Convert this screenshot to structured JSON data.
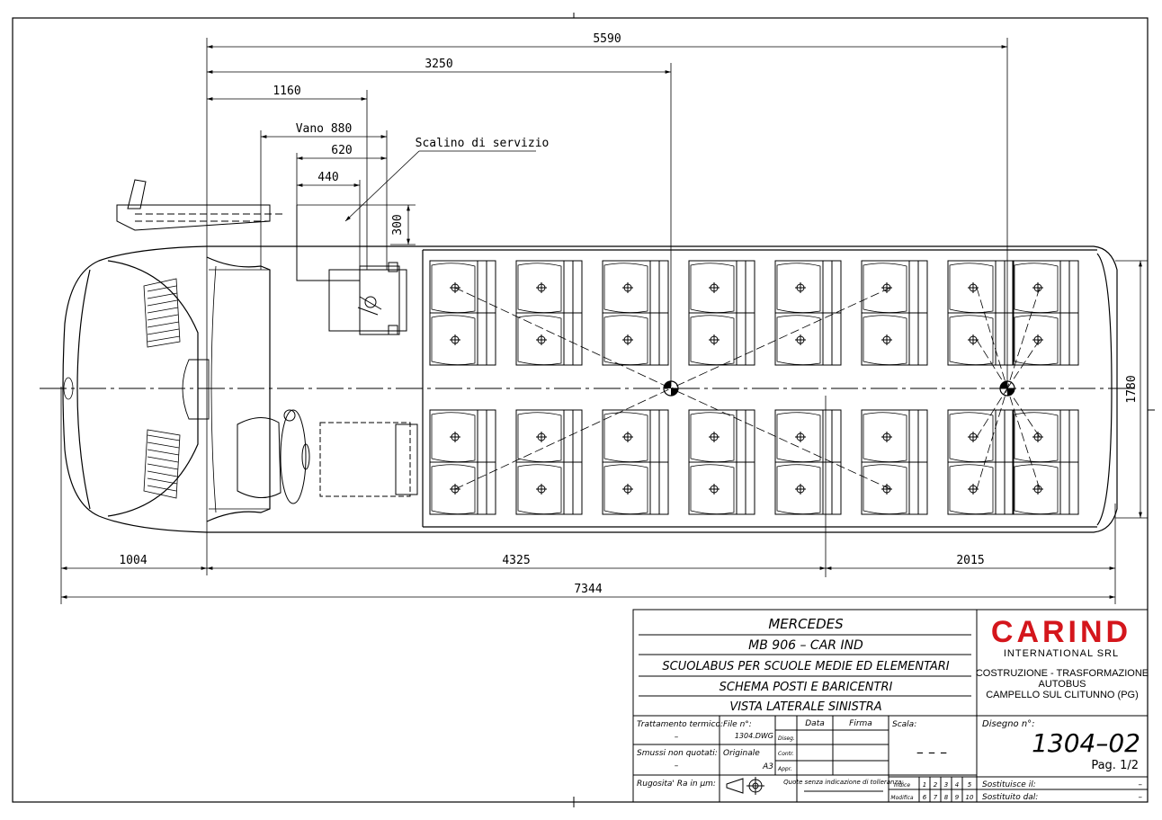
{
  "dimensions": {
    "d5590": "5590",
    "d3250": "3250",
    "d1160": "1160",
    "vano": "Vano 880",
    "d620": "620",
    "d440": "440",
    "d300": "300",
    "scalino": "Scalino di servizio",
    "d1780": "1780",
    "d1004": "1004",
    "d4325": "4325",
    "d2015": "2015",
    "d7344": "7344"
  },
  "title_block": {
    "line1": "MERCEDES",
    "line2": "MB 906 – CAR IND",
    "line3": "SCUOLABUS PER SCUOLE MEDIE ED ELEMENTARI",
    "line4": "SCHEMA POSTI E BARICENTRI",
    "line5": "VISTA LATERALE SINISTRA",
    "trattamento_label": "Trattamento termico:",
    "trattamento_value": "–",
    "smussi_label": "Smussi non quotati:",
    "smussi_value": "–",
    "rugosita_label": "Rugosita' Ra in µm:",
    "file_label": "File n°:",
    "file_value": "1304.DWG",
    "originale_label": "Originale",
    "originale_value": "A3",
    "data_label": "Data",
    "firma_label": "Firma",
    "diseg": "Diseg.",
    "contr": "Contr.",
    "appr": "Appr.",
    "scala_label": "Scala:",
    "scala_value": "– – –",
    "quote_label": "Quote senza indicazione di tolleranza:",
    "indice_label": "Indice",
    "modifica_label": "Modifica",
    "indice_nums": [
      "1",
      "2",
      "3",
      "4",
      "5"
    ],
    "modifica_nums": [
      "6",
      "7",
      "8",
      "9",
      "10"
    ],
    "logo_main": "CARIND",
    "logo_sub": "INTERNATIONAL SRL",
    "company_line1": "COSTRUZIONE - TRASFORMAZIONE",
    "company_line2": "AUTOBUS",
    "company_line3": "CAMPELLO SUL CLITUNNO (PG)",
    "disegno_label": "Disegno n°:",
    "disegno_value": "1304–02",
    "pag": "Pag. 1/2",
    "sostituisce_label": "Sostituisce il:",
    "sostituisce_value": "–",
    "sostituito_label": "Sostituito dal:",
    "sostituito_value": "–"
  },
  "colors": {
    "line": "#000000",
    "logo_red": "#d4161c"
  }
}
